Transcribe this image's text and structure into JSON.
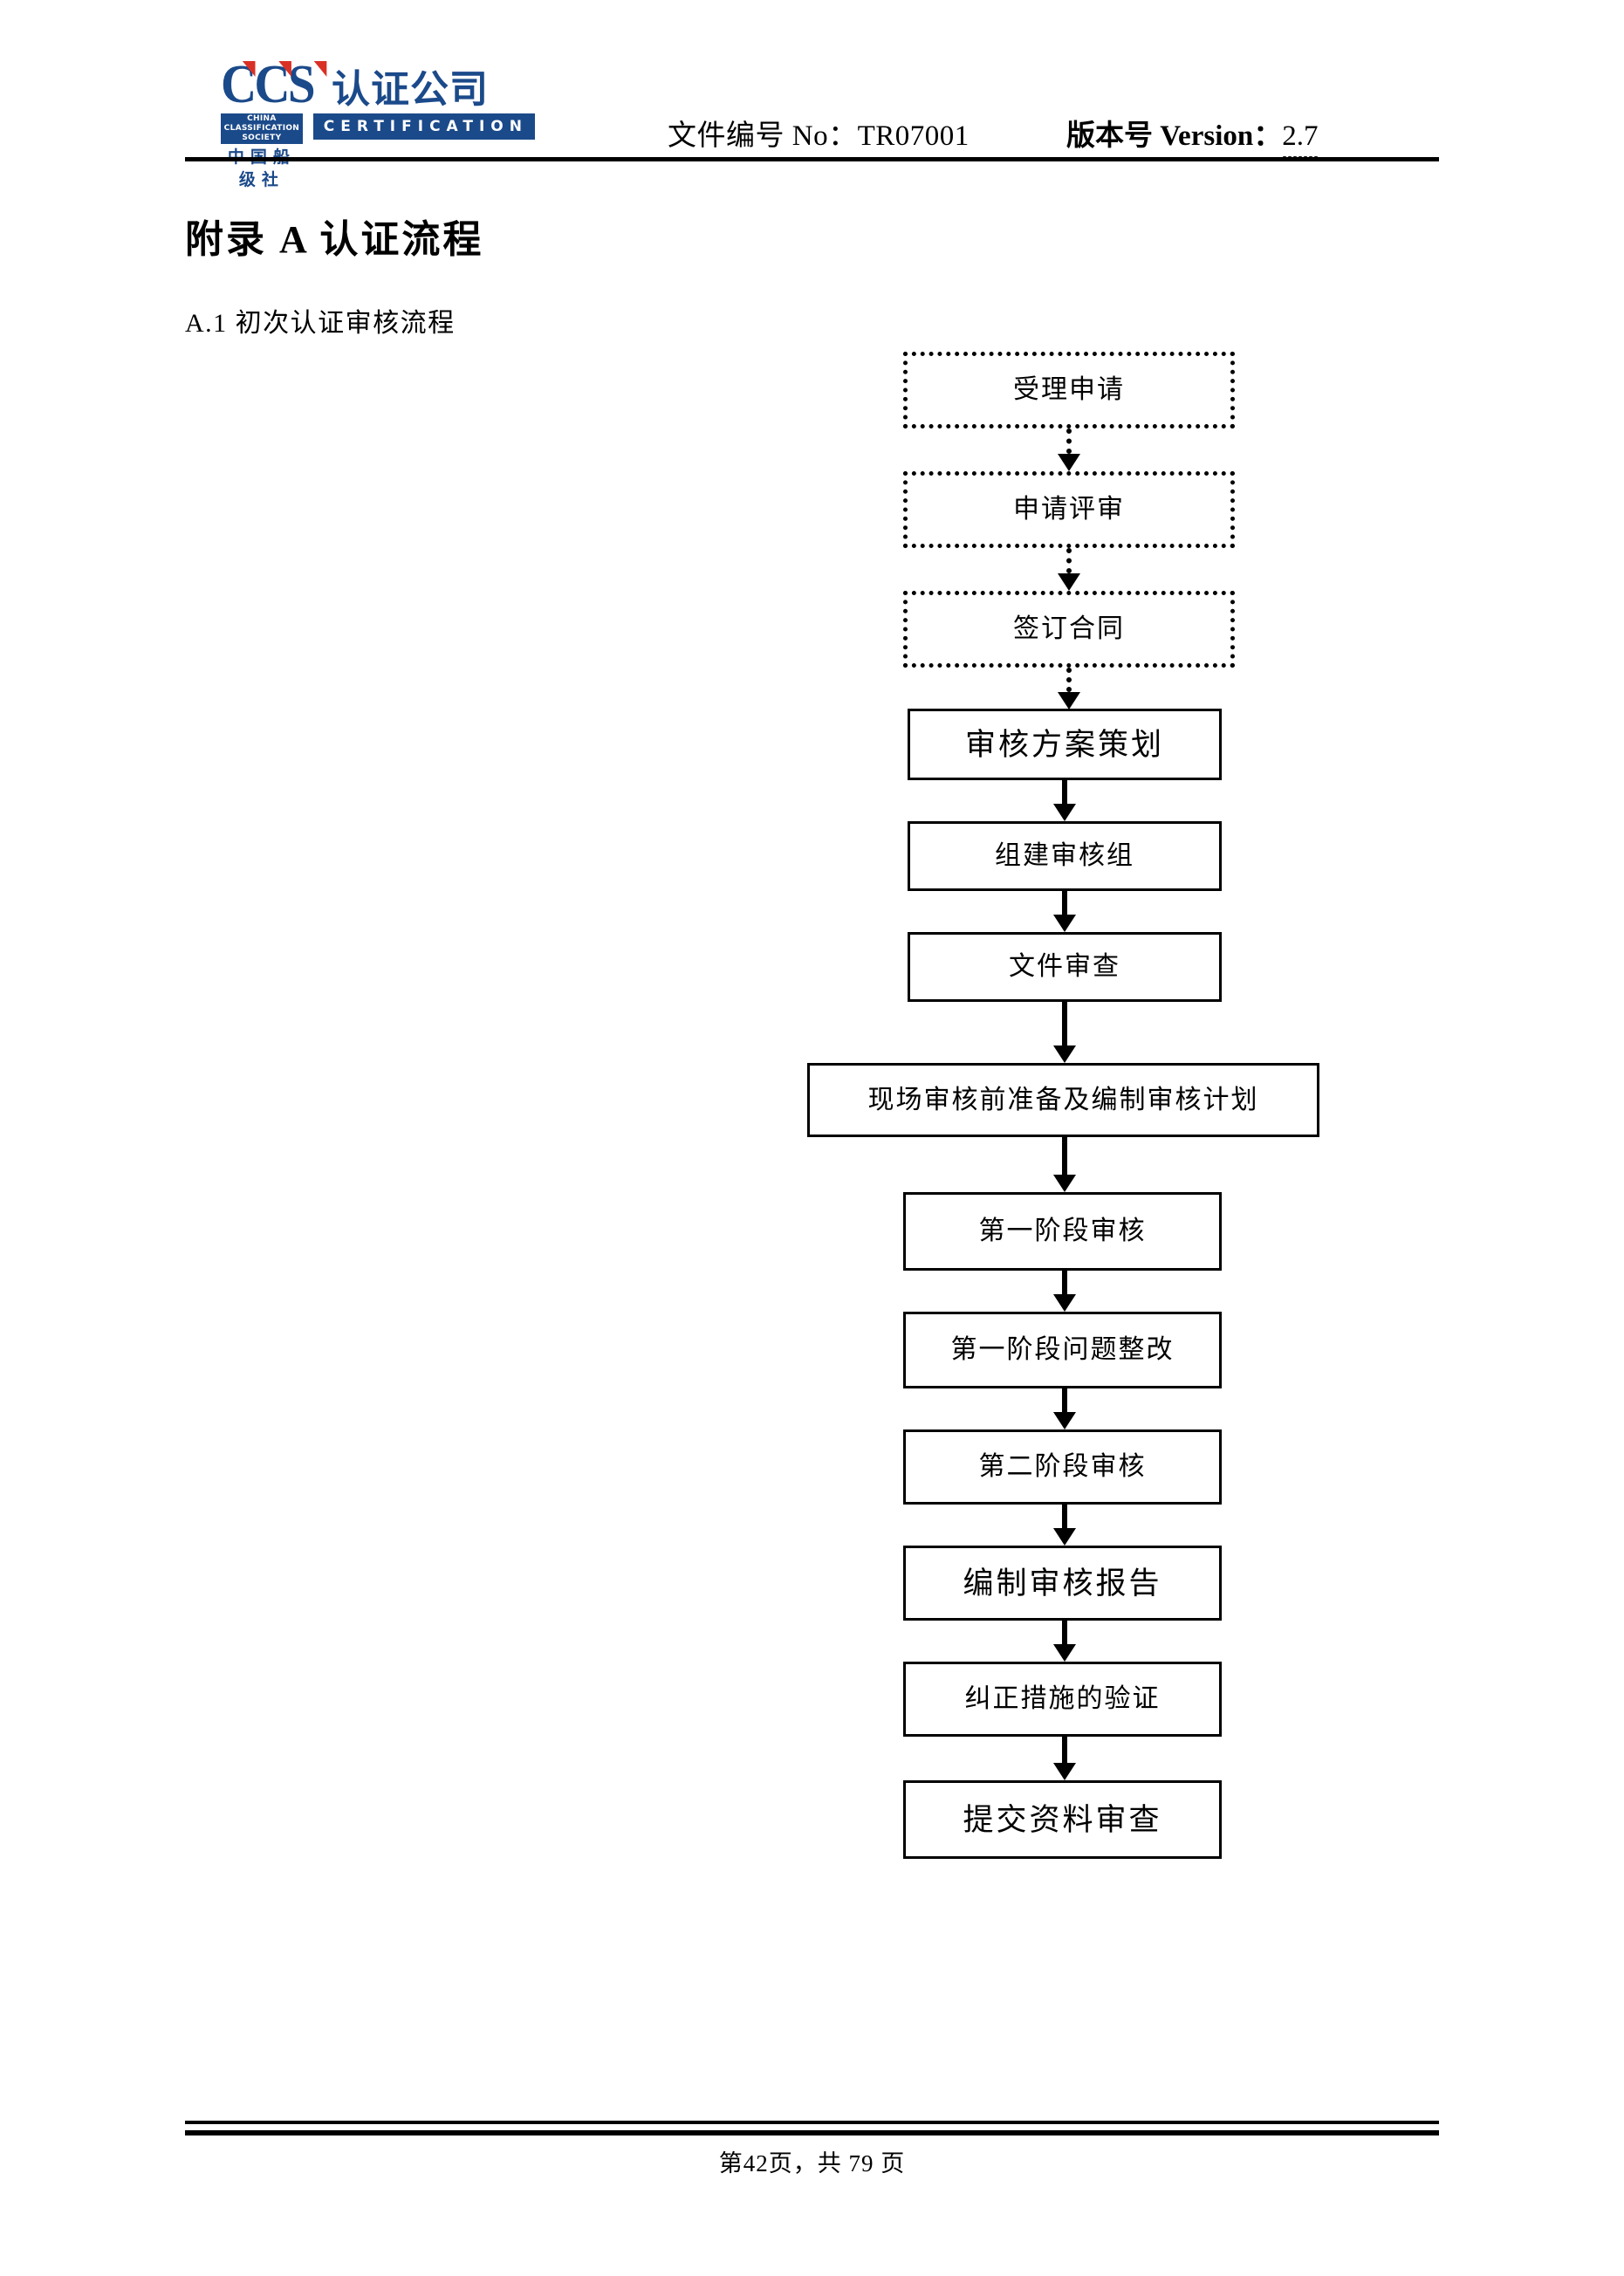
{
  "header": {
    "logo": {
      "mark": "CCS",
      "company_cn": "认证公司",
      "society_en": "CHINA CLASSIFICATION SOCIETY",
      "society_cn": "中国船级社",
      "certification_en": "CERTIFICATION",
      "brand_color": "#1b4a8a",
      "accent_color": "#d93025"
    },
    "doc_no_label": "文件编号 No：TR07001",
    "version_label": "版本号 Version：",
    "version_value": "2.7"
  },
  "content": {
    "appendix_title": "附录 A  认证流程",
    "section_title": "A.1  初次认证审核流程"
  },
  "flowchart": {
    "nodes": [
      {
        "id": "n1",
        "label": "受理申请",
        "style": "dotted"
      },
      {
        "id": "n2",
        "label": "申请评审",
        "style": "dotted"
      },
      {
        "id": "n3",
        "label": "签订合同",
        "style": "dotted"
      },
      {
        "id": "n4",
        "label": "审核方案策划",
        "style": "solid"
      },
      {
        "id": "n5",
        "label": "组建审核组",
        "style": "solid"
      },
      {
        "id": "n6",
        "label": "文件审查",
        "style": "solid"
      },
      {
        "id": "n7",
        "label": "现场审核前准备及编制审核计划",
        "style": "solid"
      },
      {
        "id": "n8",
        "label": "第一阶段审核",
        "style": "solid"
      },
      {
        "id": "n9",
        "label": "第一阶段问题整改",
        "style": "solid"
      },
      {
        "id": "n10",
        "label": "第二阶段审核",
        "style": "solid"
      },
      {
        "id": "n11",
        "label": "编制审核报告",
        "style": "solid"
      },
      {
        "id": "n12",
        "label": "纠正措施的验证",
        "style": "solid"
      },
      {
        "id": "n13",
        "label": "提交资料审查",
        "style": "solid"
      }
    ]
  },
  "footer": {
    "page_text": "第42页，共 79 页",
    "current_page": 42,
    "total_pages": 79
  }
}
